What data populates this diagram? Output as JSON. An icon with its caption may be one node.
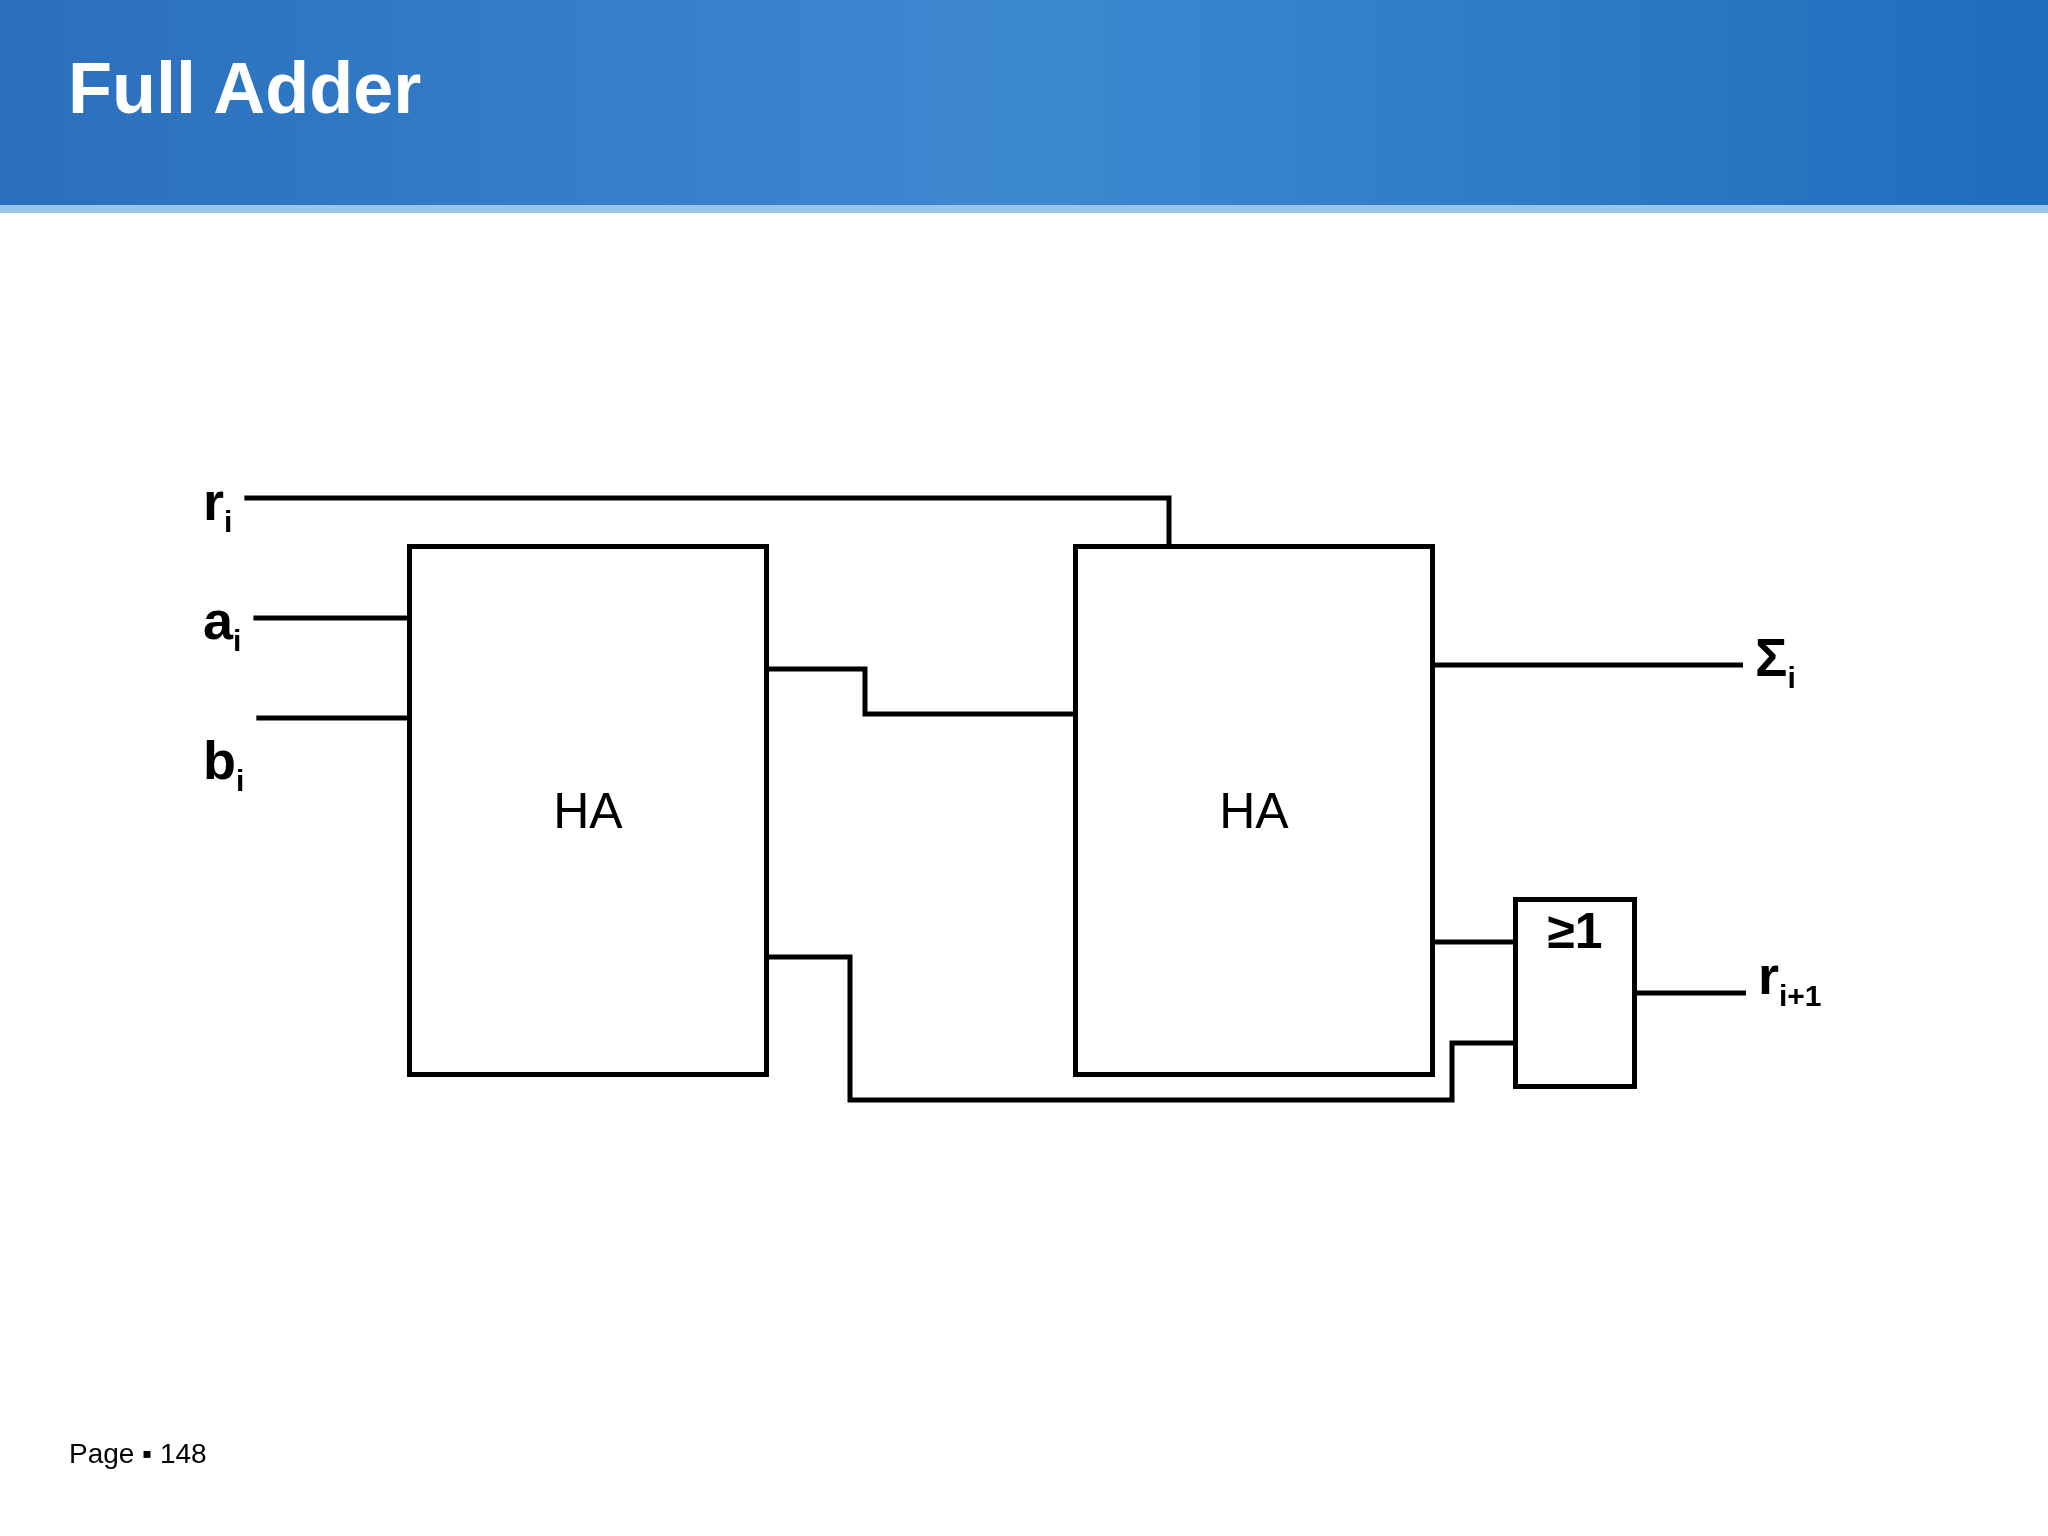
{
  "diagram": {
    "title": "Full Adder",
    "nodes": [
      {
        "text": [
          "r$_{i}$"
        ]
      },
      {
        "text": [
          "a$_{i}$"
        ]
      },
      {
        "text": [
          "b$_{i}$"
        ]
      },
      {
        "text": [
          "HA"
        ]
      },
      {
        "text": [
          "HA"
        ]
      },
      {
        "text": [
          "≥1"
        ]
      },
      {
        "text": [
          "Σ$_{i}$"
        ]
      },
      {
        "text": [
          "r$_{i+1}$"
        ]
      }
    ],
    "edges": [
      {
        "from": 0,
        "to": 4,
        "arrow": "none"
      },
      {
        "from": 1,
        "to": 3,
        "arrow": "none"
      },
      {
        "from": 2,
        "to": 3,
        "arrow": "none"
      },
      {
        "from": 3,
        "to": 4,
        "arrow": "none"
      },
      {
        "from": 3,
        "to": 5,
        "arrow": "none"
      },
      {
        "from": 4,
        "to": 6,
        "arrow": "none"
      },
      {
        "from": 4,
        "to": 5,
        "arrow": "none"
      },
      {
        "from": 5,
        "to": 7,
        "arrow": "none"
      }
    ],
    "labels": [
      "Page ▪ 148"
    ]
  }
}
